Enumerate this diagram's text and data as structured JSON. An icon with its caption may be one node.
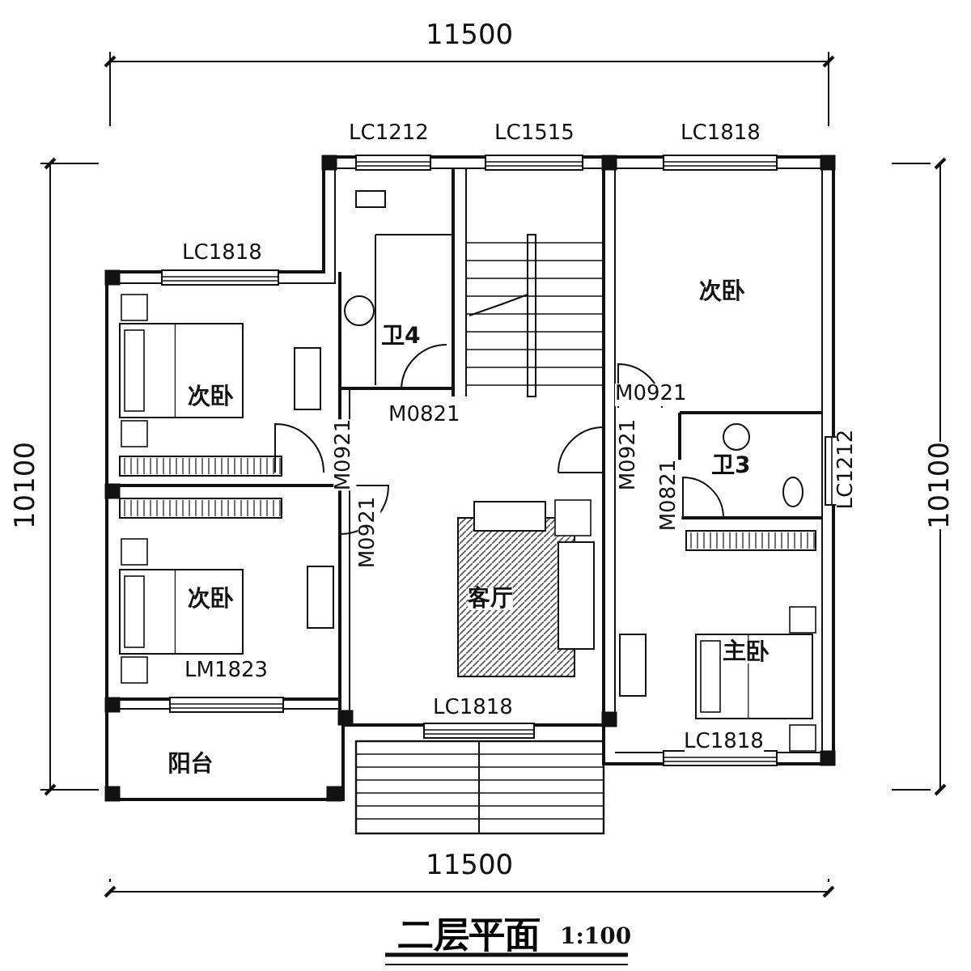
{
  "diagram": {
    "title": "二层平面",
    "labels": [
      "11500",
      "LC1212",
      "LC1515",
      "LC1818",
      "LC1818",
      "卫4",
      "次卧",
      "M0821",
      "M0921",
      "10100",
      "10100",
      "次卧",
      "M0921",
      "M0921",
      "卫3",
      "M0821",
      "LC1212",
      "M0921",
      "次卧",
      "客厅",
      "主卧",
      "LM1823",
      "LC1818",
      "LC1818",
      "阳台",
      "11500",
      "1:100"
    ]
  }
}
